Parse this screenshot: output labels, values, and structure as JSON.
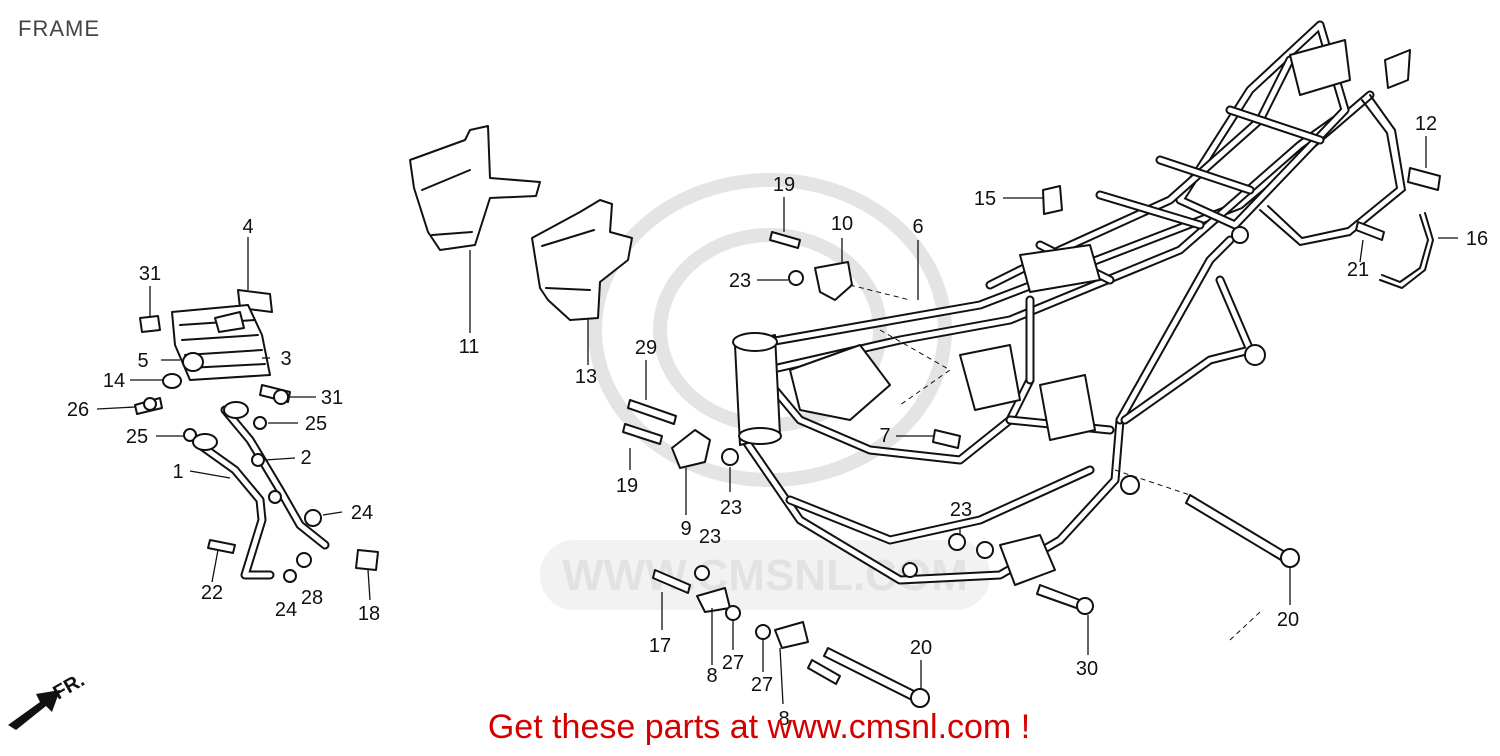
{
  "header": {
    "title": "FRAME"
  },
  "footer": {
    "text": "Get these parts at www.cmsnl.com !"
  },
  "watermark": {
    "text": "WWW.CMSNL.COM"
  },
  "direction": {
    "label": "FR."
  },
  "callouts": {
    "c1": "1",
    "c2": "2",
    "c3": "3",
    "c4": "4",
    "c5": "5",
    "c6": "6",
    "c7": "7",
    "c8a": "8",
    "c8b": "8",
    "c9": "9",
    "c10": "10",
    "c11": "11",
    "c12": "12",
    "c13": "13",
    "c14": "14",
    "c15": "15",
    "c16": "16",
    "c17": "17",
    "c18": "18",
    "c19a": "19",
    "c19b": "19",
    "c20a": "20",
    "c20b": "20",
    "c21": "21",
    "c22": "22",
    "c23a": "23",
    "c23b": "23",
    "c23c": "23",
    "c23d": "23",
    "c24a": "24",
    "c24b": "24",
    "c25a": "25",
    "c25b": "25",
    "c26": "26",
    "c27a": "27",
    "c27b": "27",
    "c28": "28",
    "c29": "29",
    "c30": "30",
    "c31a": "31",
    "c31b": "31"
  },
  "colors": {
    "ink": "#111111",
    "footer": "#d40000",
    "watermark": "#e2e2e2"
  }
}
